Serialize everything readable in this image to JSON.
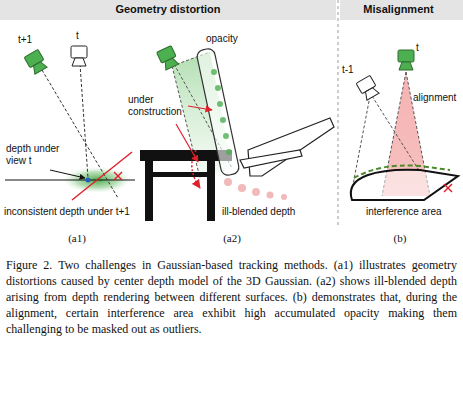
{
  "diagram": {
    "caption": "Figure 2. Two challenges in Gaussian-based tracking methods. (a1) illustrates geometry distortions caused by center depth model of the 3D Gaussian. (a2) shows ill-blended depth arising from depth rendering between different surfaces. (b) demonstrates that, during the alignment, certain interference area exhibit high accumulated opacity making them challenging to be masked out as outliers.",
    "labels": [
      "Geometry distortion",
      "Misalignment",
      "t+1",
      "t",
      "depth under view t",
      "inconsistent depth under t+1",
      "(a1)",
      "opacity",
      "under construction",
      "ill-blended depth",
      "(a2)",
      "t-1",
      "t",
      "alignment",
      "interference area",
      "(b)"
    ]
  }
}
